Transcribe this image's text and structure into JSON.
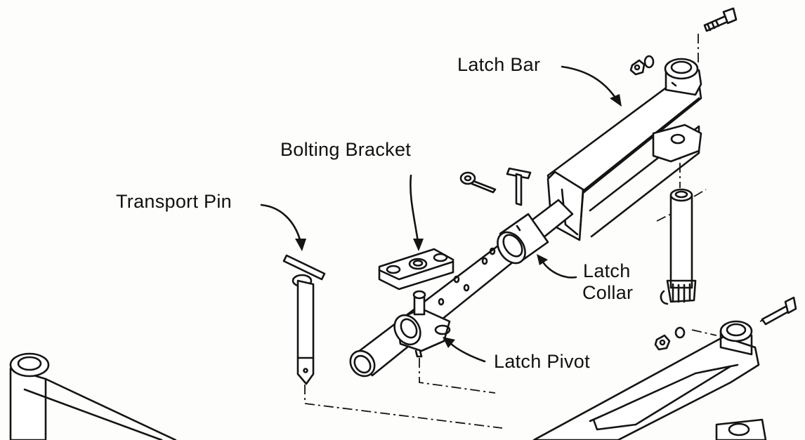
{
  "labels": {
    "latch_bar": "Latch Bar",
    "bolting_bracket": "Bolting Bracket",
    "transport_pin": "Transport Pin",
    "latch_collar_line1": "Latch",
    "latch_collar_line2": "Collar",
    "latch_pivot": "Latch Pivot"
  }
}
